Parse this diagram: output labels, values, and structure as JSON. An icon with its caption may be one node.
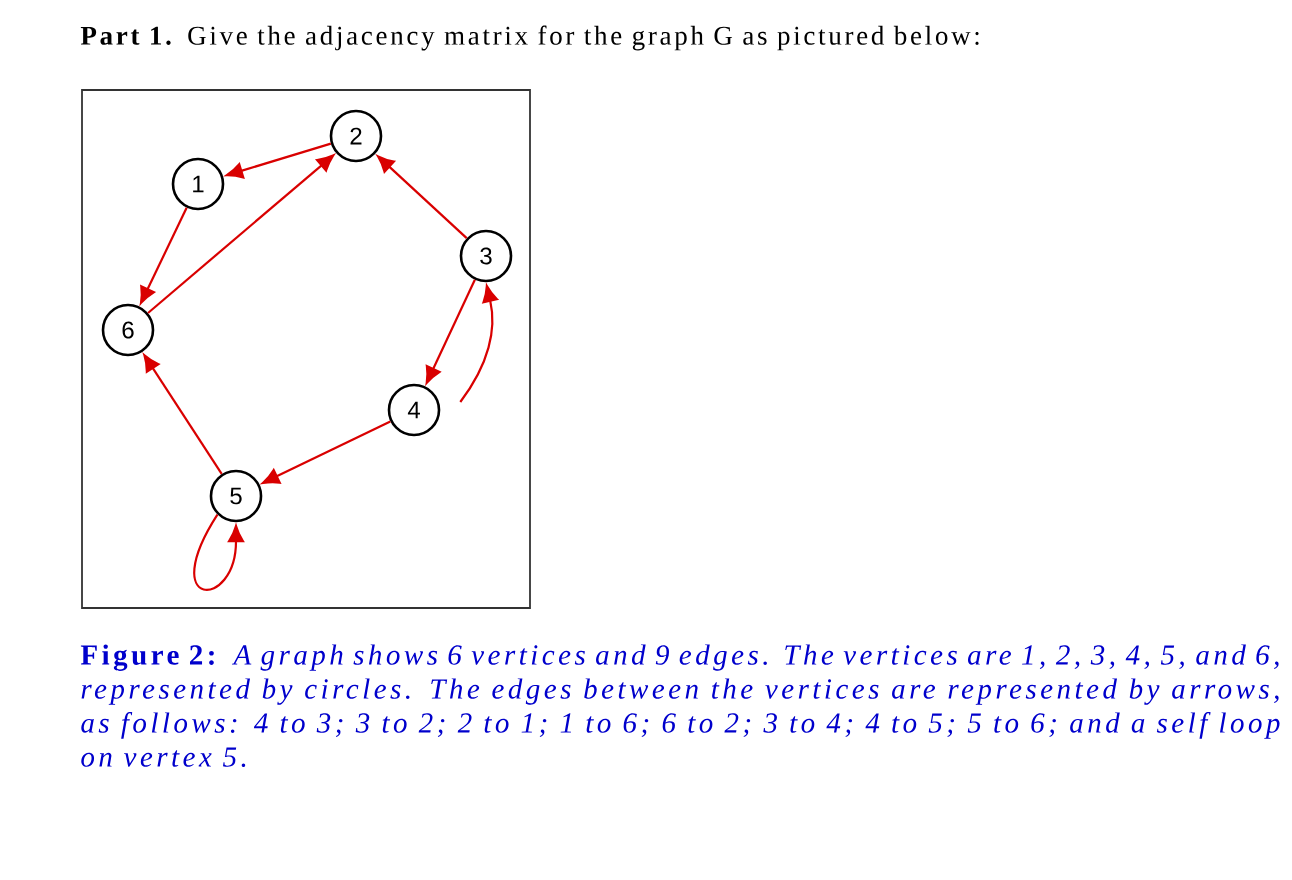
{
  "diagram": {
    "title": "**Part 1.** Give the adjacency matrix for the graph G as pictured below:",
    "caption": "**Figure 2:** *A graph shows 6 vertices and 9 edges. The vertices are 1, 2, 3, 4, 5, and 6, represented by circles. The edges between the vertices are represented by arrows, as follows: 4 to 3; 3 to 2; 2 to 1; 1 to 6; 6 to 2; 3 to 4; 4 to 5; 5 to 6; and a self loop on vertex 5.*",
    "nodes": [
      {
        "text": [
          "1"
        ]
      },
      {
        "text": [
          "2"
        ]
      },
      {
        "text": [
          "3"
        ]
      },
      {
        "text": [
          "4"
        ]
      },
      {
        "text": [
          "5"
        ]
      },
      {
        "text": [
          "6"
        ]
      }
    ],
    "edges": [
      {
        "from": 3,
        "to": 2,
        "arrow": "to"
      },
      {
        "from": 2,
        "to": 1,
        "arrow": "to"
      },
      {
        "from": 1,
        "to": 0,
        "arrow": "to"
      },
      {
        "from": 0,
        "to": 5,
        "arrow": "to"
      },
      {
        "from": 5,
        "to": 1,
        "arrow": "to"
      },
      {
        "from": 2,
        "to": 3,
        "arrow": "to"
      },
      {
        "from": 3,
        "to": 4,
        "arrow": "to"
      },
      {
        "from": 4,
        "to": 5,
        "arrow": "to"
      },
      {
        "from": 4,
        "to": 4,
        "arrow": "to"
      }
    ]
  }
}
